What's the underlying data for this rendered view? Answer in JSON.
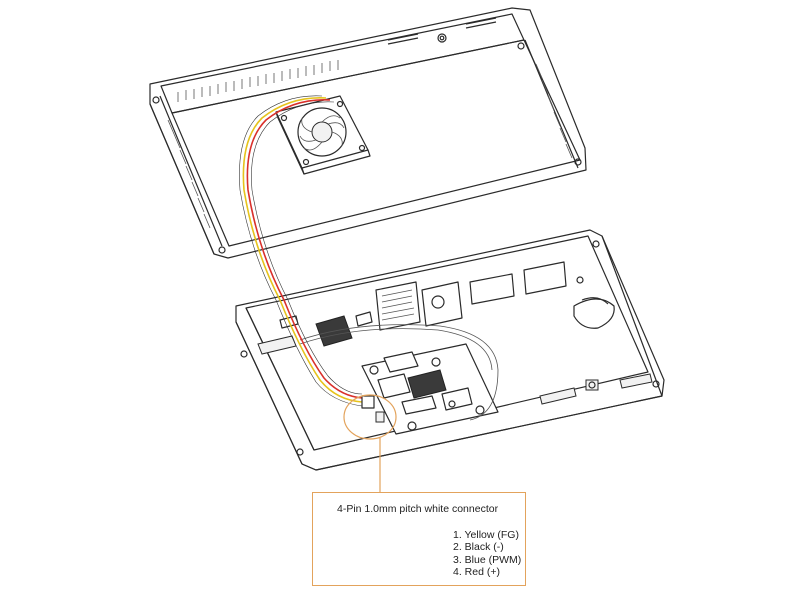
{
  "callout": {
    "title": "4-Pin 1.0mm pitch white connector",
    "pins": [
      {
        "label": "1. Yellow (FG)",
        "color": "#e6c31c"
      },
      {
        "label": "2. Black (-)",
        "color": "#222222"
      },
      {
        "label": "3. Blue (PWM)",
        "color": "#3b5bd6"
      },
      {
        "label": "4. Red (+)",
        "color": "#d9302b"
      }
    ]
  },
  "colors": {
    "callout_border": "#e3a35c",
    "line_art": "#2b2b2b",
    "wire_yellow": "#e6c31c",
    "wire_red": "#d9302b",
    "wire_blue": "#3b5bd6",
    "wire_black": "#222222"
  }
}
